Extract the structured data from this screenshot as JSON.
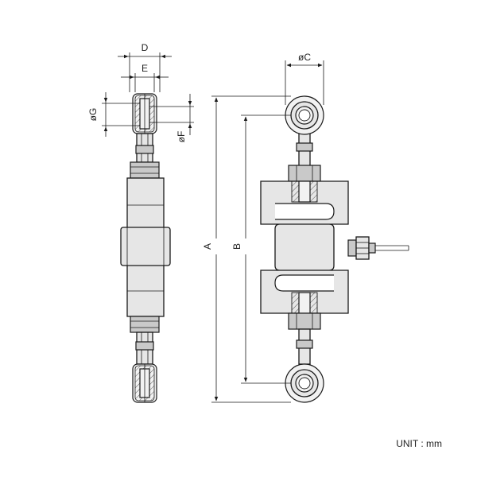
{
  "dimensions": {
    "D": "D",
    "E": "E",
    "C": "øC",
    "G": "øG",
    "F": "øF",
    "A": "A",
    "B": "B"
  },
  "unit_label": "UNIT : mm"
}
